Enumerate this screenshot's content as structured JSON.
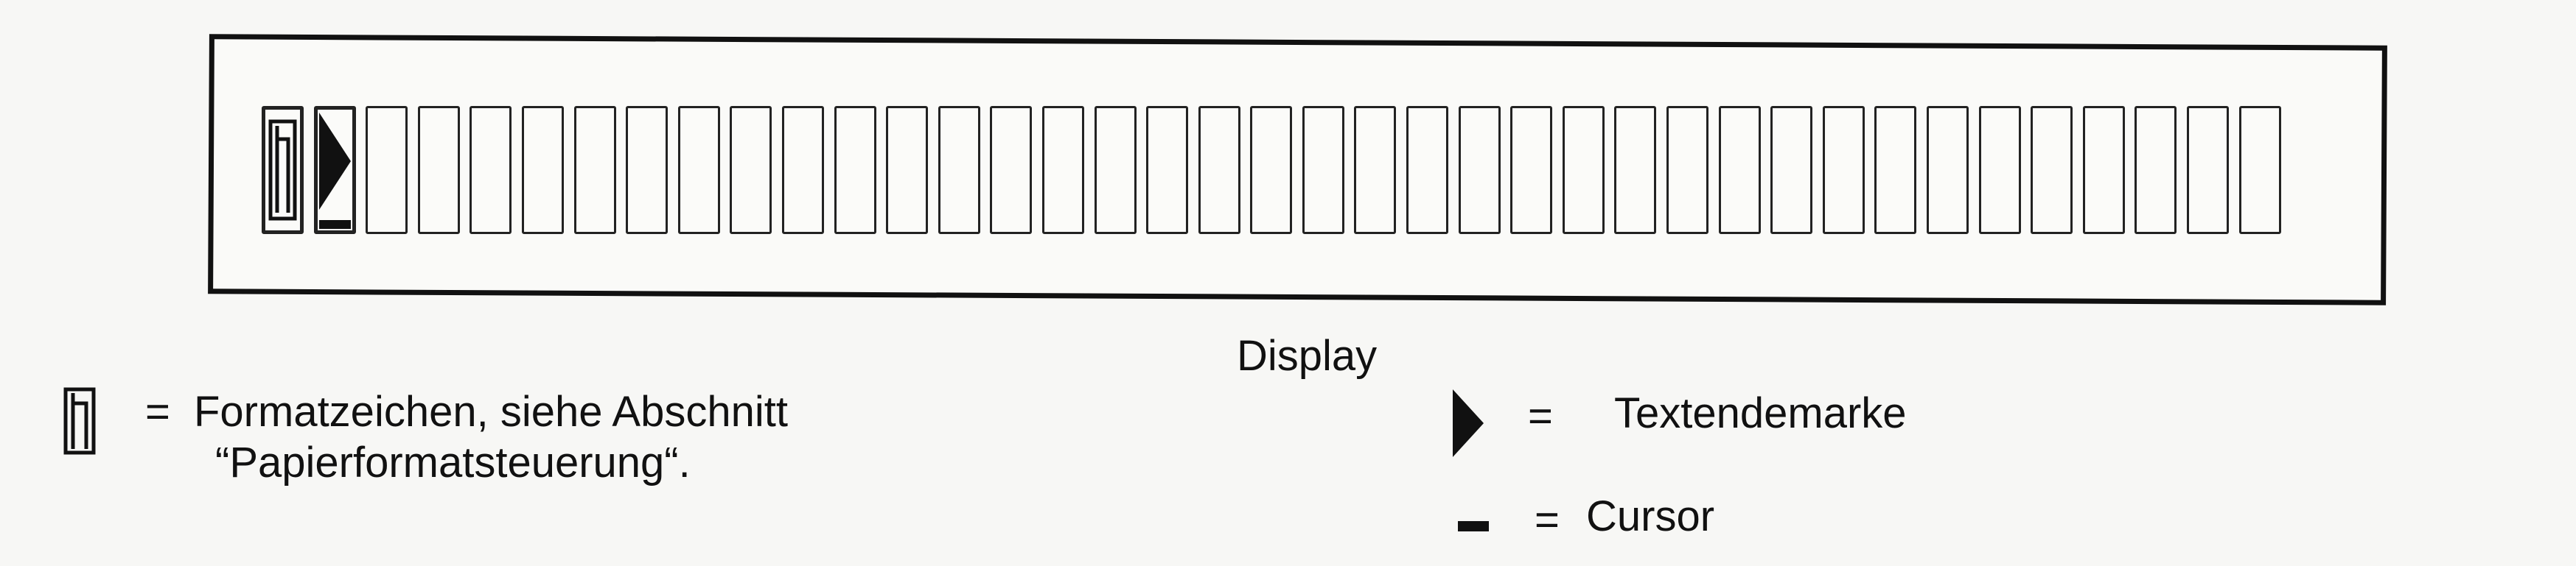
{
  "display_label": "Display",
  "cell_count": 39,
  "legend": {
    "format_char": {
      "icon": "format-character-icon",
      "equals": "=",
      "text_line1": "Formatzeichen, siehe Abschnitt",
      "text_line2": "“Papierformatsteuerung“."
    },
    "text_end": {
      "icon": "text-end-marker-icon",
      "equals": "=",
      "text": "Textendemarke"
    },
    "cursor": {
      "icon": "cursor-icon",
      "equals": "=",
      "text": "Cursor"
    }
  }
}
